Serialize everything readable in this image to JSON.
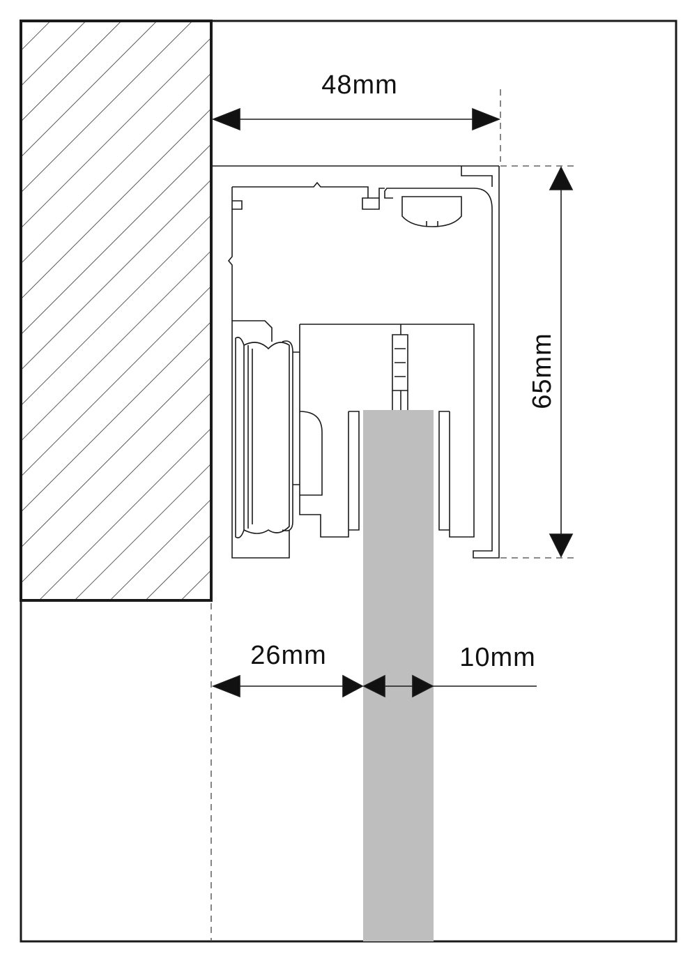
{
  "dimensions": {
    "width_label": "48mm",
    "height_label": "65mm",
    "offset_label": "26mm",
    "glass_label": "10mm"
  },
  "colors": {
    "line": "#1a1a1a",
    "glass": "#bfbebf",
    "hatch": "#333333",
    "background": "#ffffff"
  }
}
